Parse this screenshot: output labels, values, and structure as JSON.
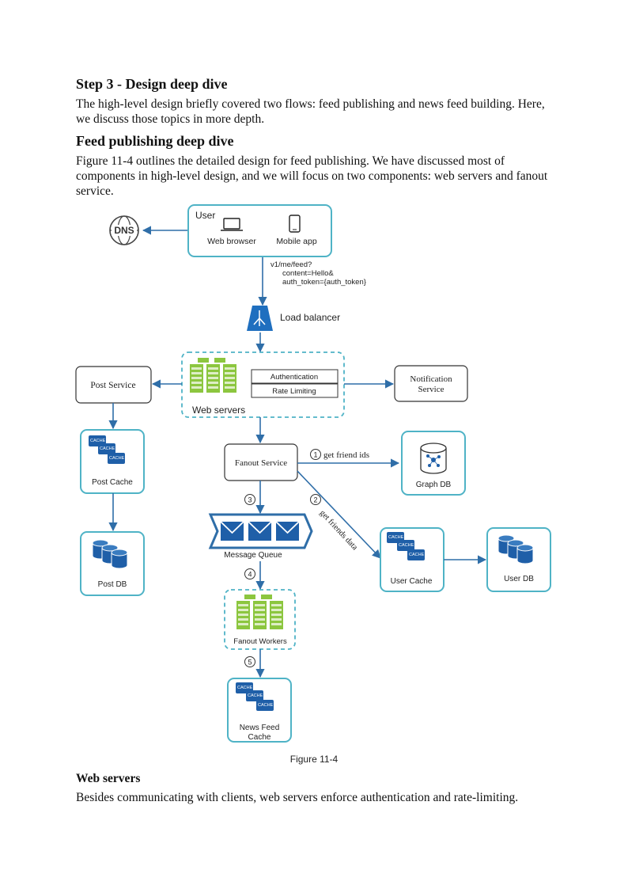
{
  "heading_step3": "Step 3 - Design deep dive",
  "para_step3": "The high-level design briefly covered two flows: feed publishing and news feed building. Here, we discuss those topics in more depth.",
  "heading_feed": "Feed publishing deep dive",
  "para_feed": "Figure 11-4 outlines the detailed design for feed publishing. We have discussed most of components in high-level design, and we will focus on two components: web servers and fanout service.",
  "diagram": {
    "dns": "DNS",
    "user": "User",
    "web_browser": "Web browser",
    "mobile_app": "Mobile app",
    "request": [
      "v1/me/feed?",
      "content=Hello&",
      "auth_token={auth_token}"
    ],
    "load_balancer": "Load balancer",
    "authentication": "Authentication",
    "rate_limiting": "Rate Limiting",
    "web_servers": "Web servers",
    "post_service": "Post Service",
    "notification_service": [
      "Notification",
      "Service"
    ],
    "cache_tag": "CACHE",
    "post_cache": "Post Cache",
    "post_db": "Post DB",
    "fanout_service": "Fanout Service",
    "step1": "1",
    "get_friend_ids": "get friend ids",
    "graph_db": "Graph DB",
    "step2": "2",
    "get_friends_data": "get friends data",
    "step3": "3",
    "message_queue": "Message Queue",
    "user_cache": "User Cache",
    "user_db": "User DB",
    "step4": "4",
    "fanout_workers": "Fanout Workers",
    "step5": "5",
    "news_feed_cache": [
      "News Feed",
      "Cache"
    ],
    "caption": "Figure 11-4"
  },
  "heading_web": "Web servers",
  "para_web": "Besides communicating with clients, web servers enforce authentication and rate-limiting.",
  "colors": {
    "teal": "#4fb3c6",
    "blue": "#2f6ea8",
    "green": "#8cc63f",
    "dark_blue": "#1f5fa8"
  }
}
